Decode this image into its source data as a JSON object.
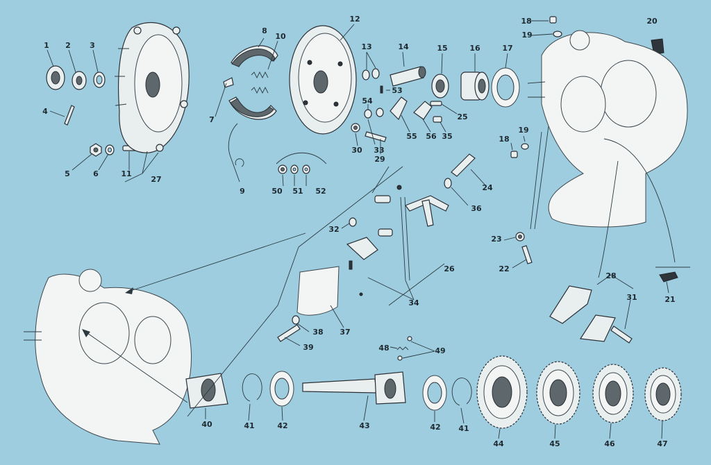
{
  "labels": {
    "p1": "1",
    "p2": "2",
    "p3": "3",
    "p4": "4",
    "p5": "5",
    "p6": "6",
    "p7": "7",
    "p8": "8",
    "p9": "9",
    "p10": "10",
    "p11": "11",
    "p12": "12",
    "p13": "13",
    "p14": "14",
    "p15": "15",
    "p16": "16",
    "p17": "17",
    "p18a": "18",
    "p18b": "18",
    "p19a": "19",
    "p19b": "19",
    "p20": "20",
    "p21": "21",
    "p22": "22",
    "p23": "23",
    "p24": "24",
    "p25": "25",
    "p26": "26",
    "p27": "27",
    "p28": "28",
    "p29": "29",
    "p30": "30",
    "p31": "31",
    "p32": "32",
    "p33": "33",
    "p34": "34",
    "p35": "35",
    "p36": "36",
    "p37": "37",
    "p38": "38",
    "p39": "39",
    "p40": "40",
    "p41a": "41",
    "p41b": "41",
    "p42a": "42",
    "p42b": "42",
    "p43": "43",
    "p44": "44",
    "p45": "45",
    "p46": "46",
    "p47": "47",
    "p48": "48",
    "p49": "49",
    "p50": "50",
    "p51": "51",
    "p52": "52",
    "p53": "53",
    "p54": "54",
    "p55": "55",
    "p56": "56"
  },
  "colors": {
    "background": "#9fcde0",
    "ink": "#1e2a30"
  }
}
